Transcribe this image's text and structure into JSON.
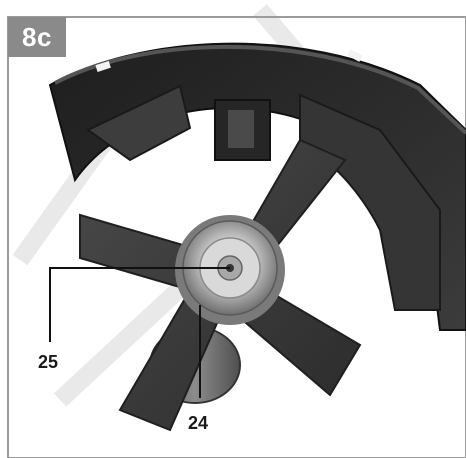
{
  "figure": {
    "label": "8c",
    "callouts": [
      {
        "id": "c25",
        "text": "25"
      },
      {
        "id": "c24",
        "text": "24"
      }
    ]
  },
  "colors": {
    "tab": "#8a8a8a",
    "guard": "#2a2a2a",
    "blade": "#3a3a3a",
    "hub": "#c8c8c8"
  }
}
